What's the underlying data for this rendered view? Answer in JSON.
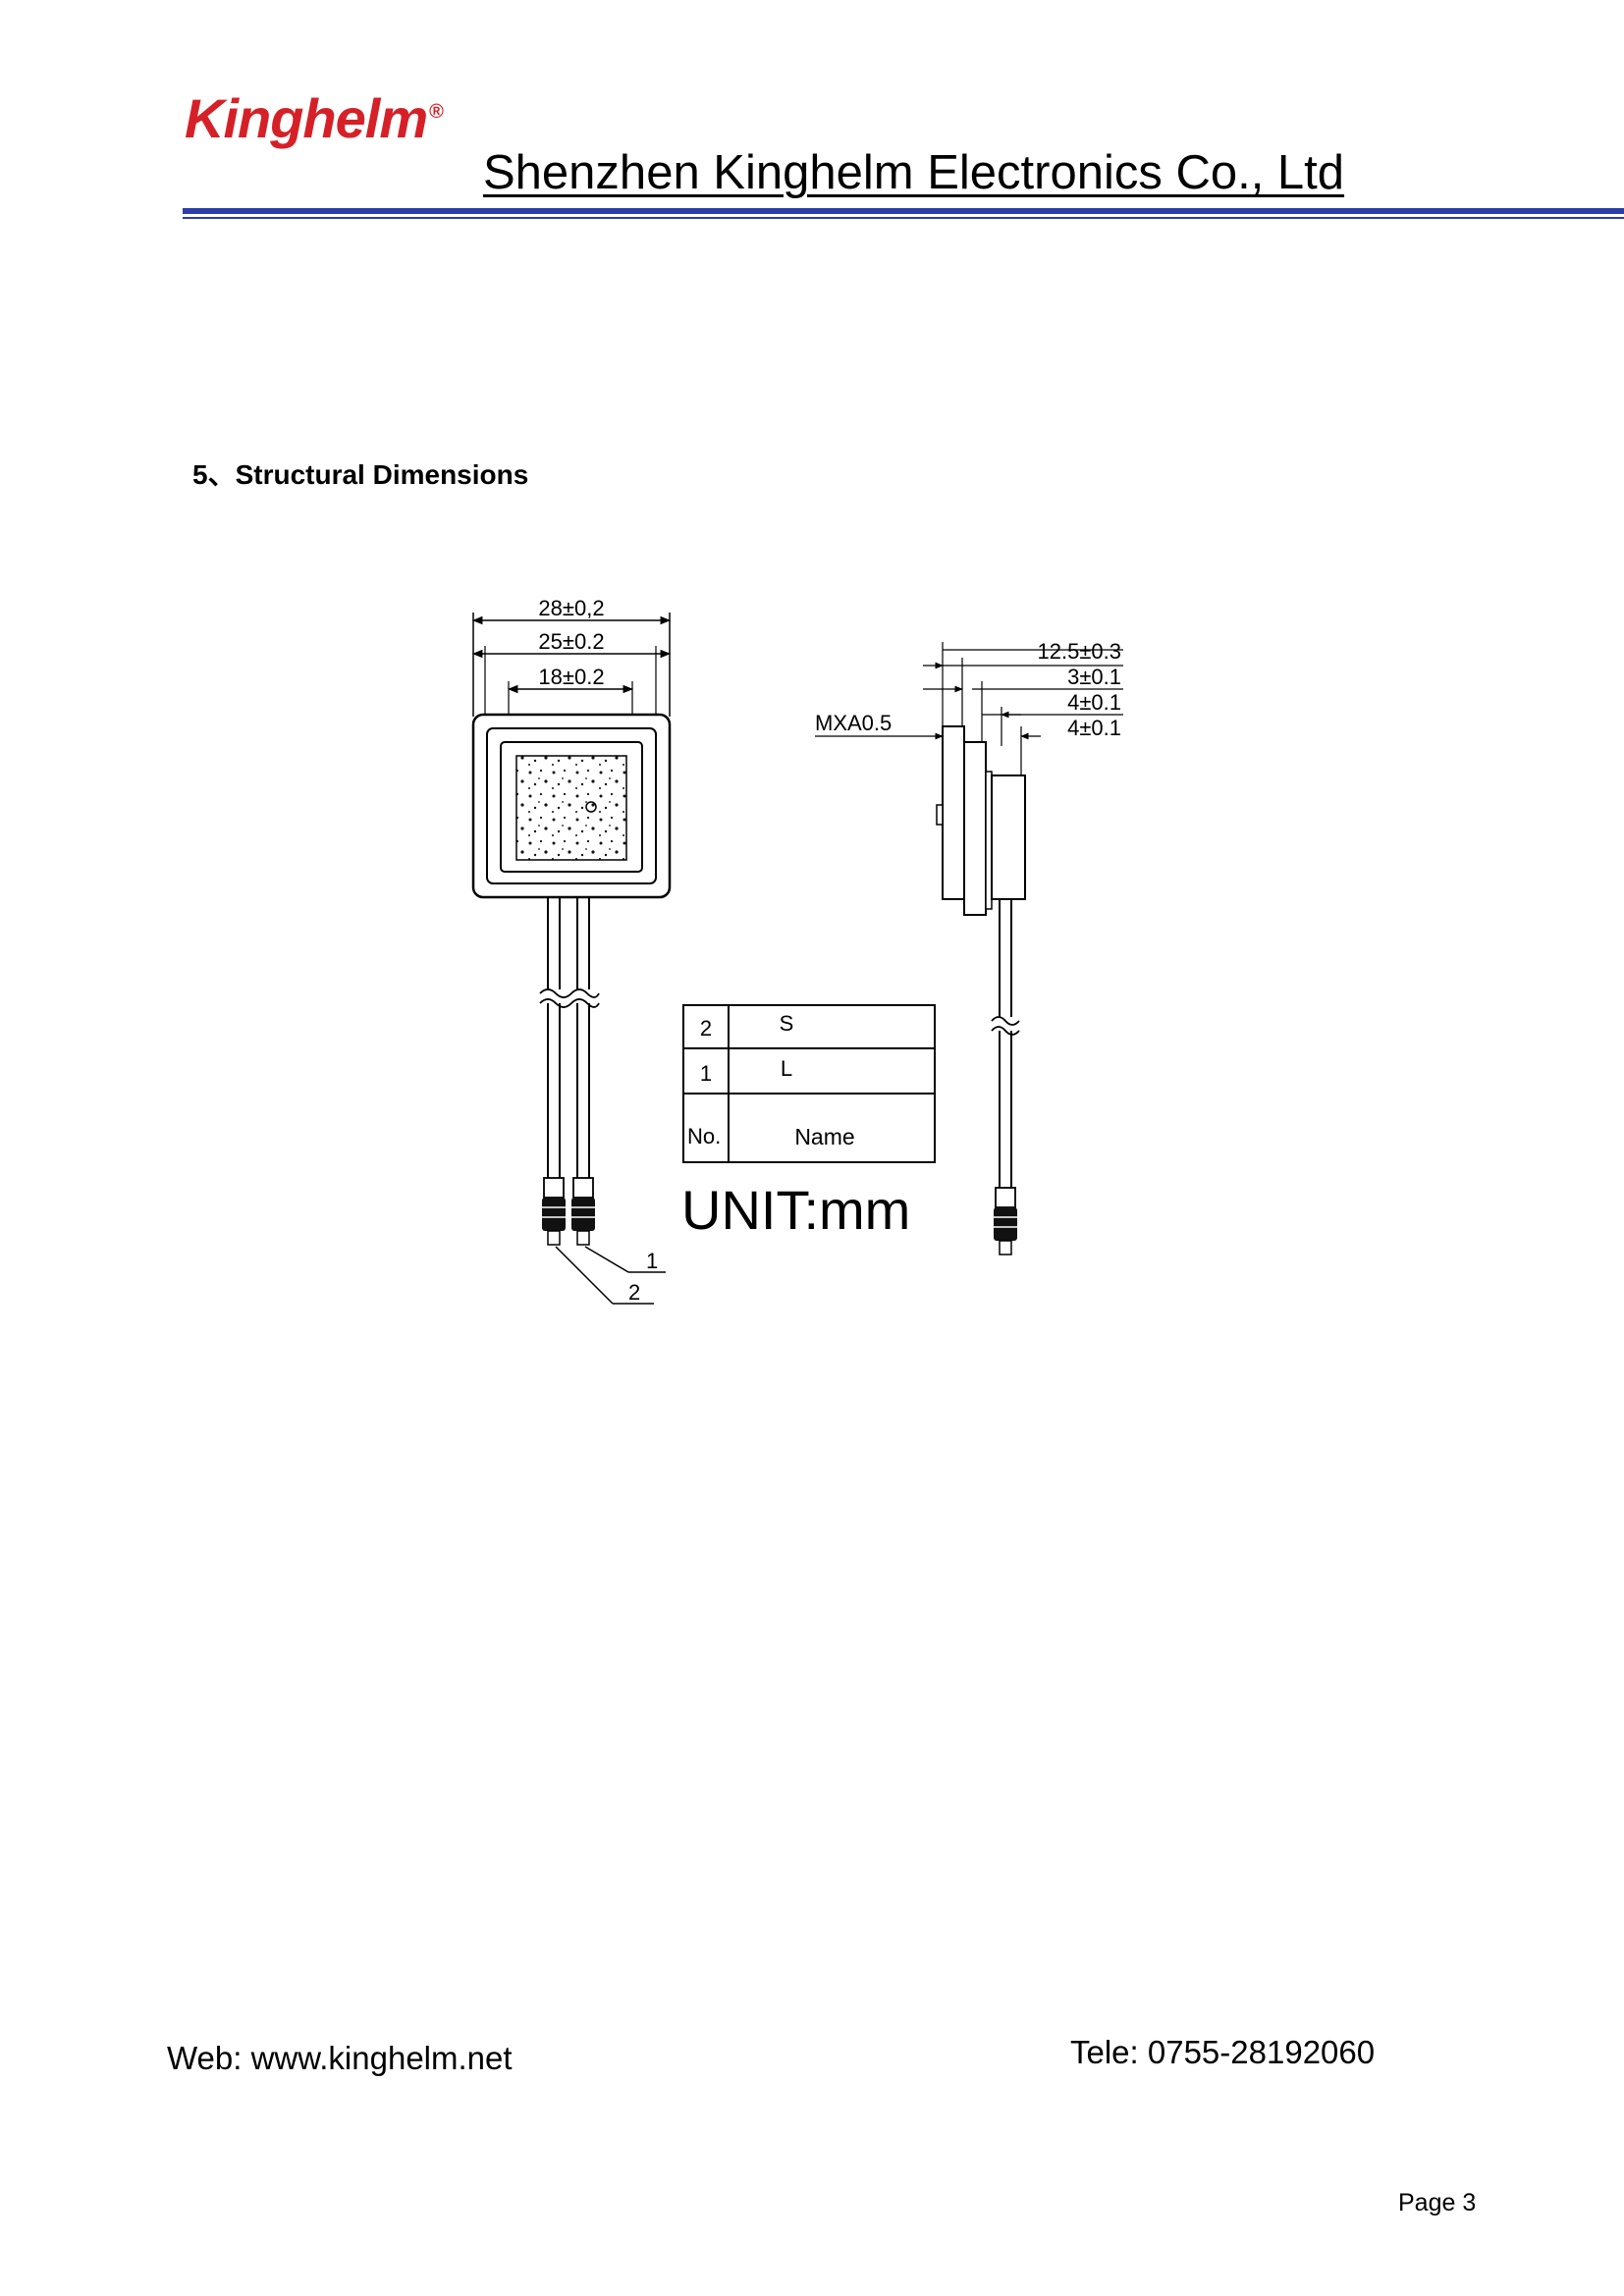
{
  "header": {
    "logo_text": "Kinghelm",
    "logo_mark": "®",
    "company": "Shenzhen Kinghelm Electronics Co., Ltd",
    "brand_color": "#d62027",
    "rule_color": "#2b3fa6"
  },
  "section": {
    "heading": "5、Structural Dimensions"
  },
  "drawing": {
    "front_dims": [
      "28±0,2",
      "25±0.2",
      "18±0.2"
    ],
    "side_dims": [
      "12.5±0.3",
      "3±0.1",
      "4±0.1",
      "4±0.1"
    ],
    "side_label": "MXA0.5",
    "connector_labels": [
      "1",
      "2"
    ],
    "table": {
      "header": [
        "No.",
        "Name"
      ],
      "rows": [
        {
          "no": "2",
          "name": "S"
        },
        {
          "no": "1",
          "name": "L"
        }
      ]
    },
    "unit": "UNIT:mm"
  },
  "footer": {
    "web": "Web:  www.kinghelm.net",
    "tele": "Tele:  0755-28192060",
    "page": "Page 3"
  }
}
